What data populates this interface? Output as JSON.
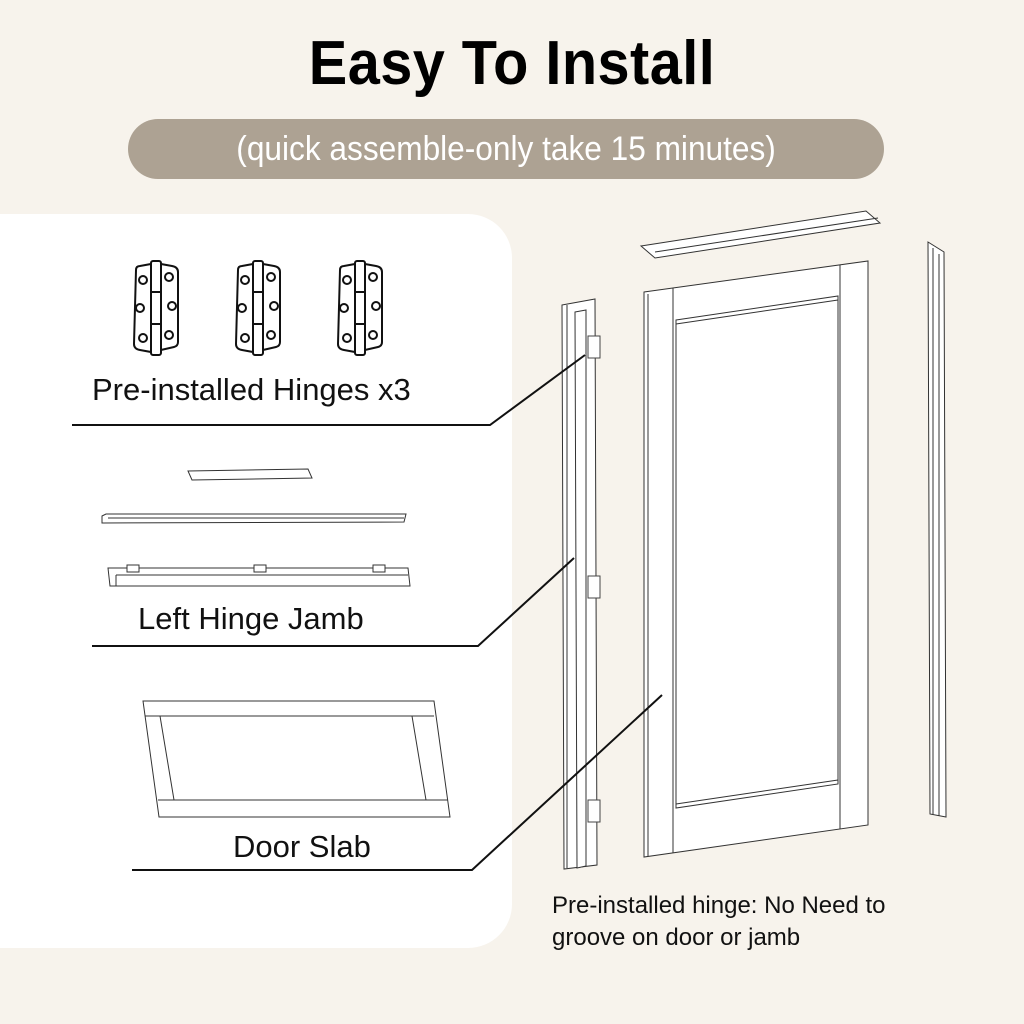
{
  "header": {
    "title": "Easy To Install",
    "subtitle": "(quick assemble-only take 15 minutes)"
  },
  "colors": {
    "background": "#f7f3ec",
    "panel": "#ffffff",
    "pill": "#ada293",
    "pill_text": "#ffffff",
    "text": "#111111"
  },
  "parts": [
    {
      "id": "hinges",
      "label": "Pre-installed Hinges x3",
      "icon": "hinge-icon",
      "count": 3
    },
    {
      "id": "jamb",
      "label": "Left Hinge Jamb",
      "icon": "jamb-pieces-icon"
    },
    {
      "id": "slab",
      "label": "Door Slab",
      "icon": "door-slab-icon"
    }
  ],
  "caption": {
    "line1": "Pre-installed hinge: No Need to",
    "line2": "groove on door or jamb"
  }
}
